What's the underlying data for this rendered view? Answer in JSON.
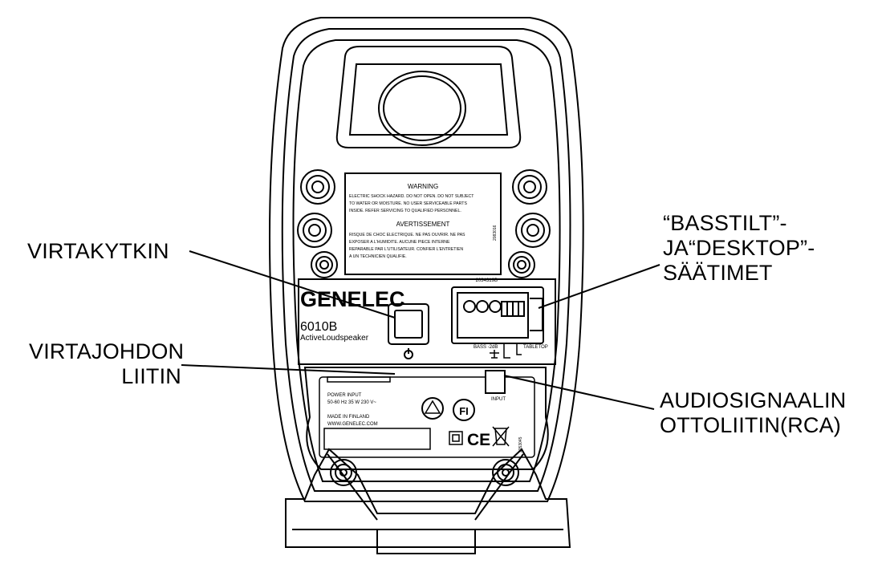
{
  "callouts": {
    "power_switch": [
      "VIRTAKYTKIN"
    ],
    "power_cord": [
      "VIRTAJOHDON",
      "LIITIN"
    ],
    "tilt_controls": [
      "“BASSTILT”-",
      "JA“DESKTOP”-",
      "SÄÄTIMET"
    ],
    "audio_input": [
      "AUDIOSIGNAALIN",
      "OTTOLIITIN(RCA)"
    ]
  },
  "speaker": {
    "brand": "GENELEC",
    "model": "6010B",
    "subtitle": "ActiveLoudspeaker",
    "warning_heading": "WARNING",
    "warning_text": [
      "ELECTRIC SHOCK HAZARD. DO NOT OPEN. DO NOT SUBJECT",
      "TO WATER OR MOISTURE. NO USER SERVICEABLE PARTS",
      "INSIDE. REFER SERVICING TO QUALIFIED PERSONNEL."
    ],
    "avertissement_heading": "AVERTISSEMENT",
    "avertissement_text": [
      "RISQUE DE CHOC ELECTRIQUE. NE PAS OUVRIR. NE PAS",
      "EXPOSER A L'HUMIDITE. AUCUNE PIECE INTERNE",
      "REPARABLE PAR L'UTILISATEUR. CONFIER L'ENTRETIEN",
      "A UN TECHNICIEN QUALIFIE."
    ],
    "warning_code": "2083016",
    "serial_code": "2034319B",
    "bass_label": "BASS -2dB",
    "tabletop_label": "TABLETOP",
    "input_label": "INPUT",
    "rating_heading": "POWER INPUT",
    "rating_line": "50-60 Hz  35 W  230 V~",
    "made_in": "MADE IN FINLAND",
    "website": "WWW.GENELEC.COM",
    "country_mark": "FI",
    "ce_mark": "CE",
    "panel_code": "2053045"
  }
}
